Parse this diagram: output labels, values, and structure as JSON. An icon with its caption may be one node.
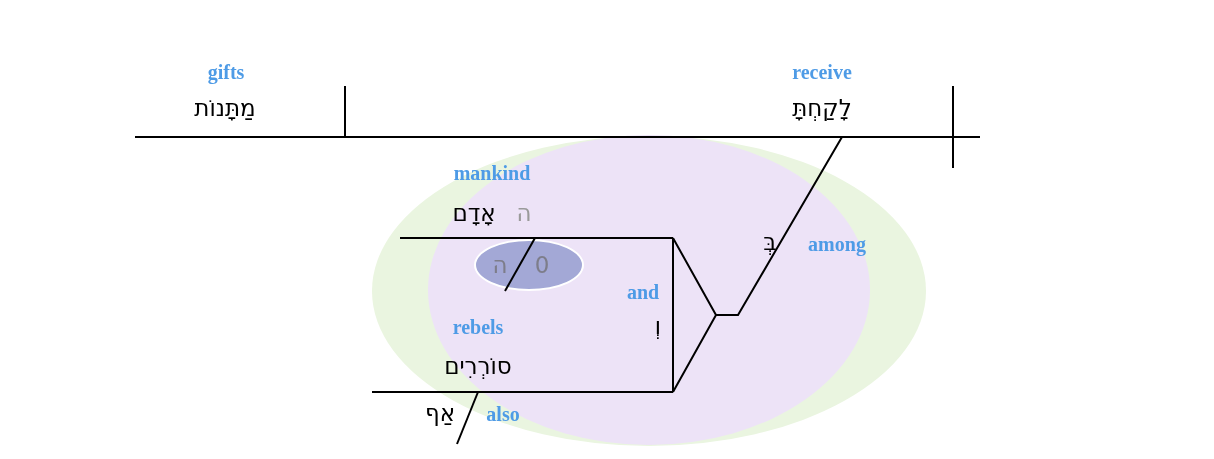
{
  "diagram": {
    "nodes": [
      {
        "text": [
          "0",
          "ה"
        ]
      }
    ],
    "labels": [
      "gifts",
      "מַתָּנוֹת",
      "receive",
      "לָקַחְתָּ",
      "mankind",
      "ה",
      "אָדָם",
      "among",
      "בְּ",
      "and",
      "וְ",
      "rebels",
      "סוֹרְרִים",
      "אַף",
      "also"
    ]
  }
}
